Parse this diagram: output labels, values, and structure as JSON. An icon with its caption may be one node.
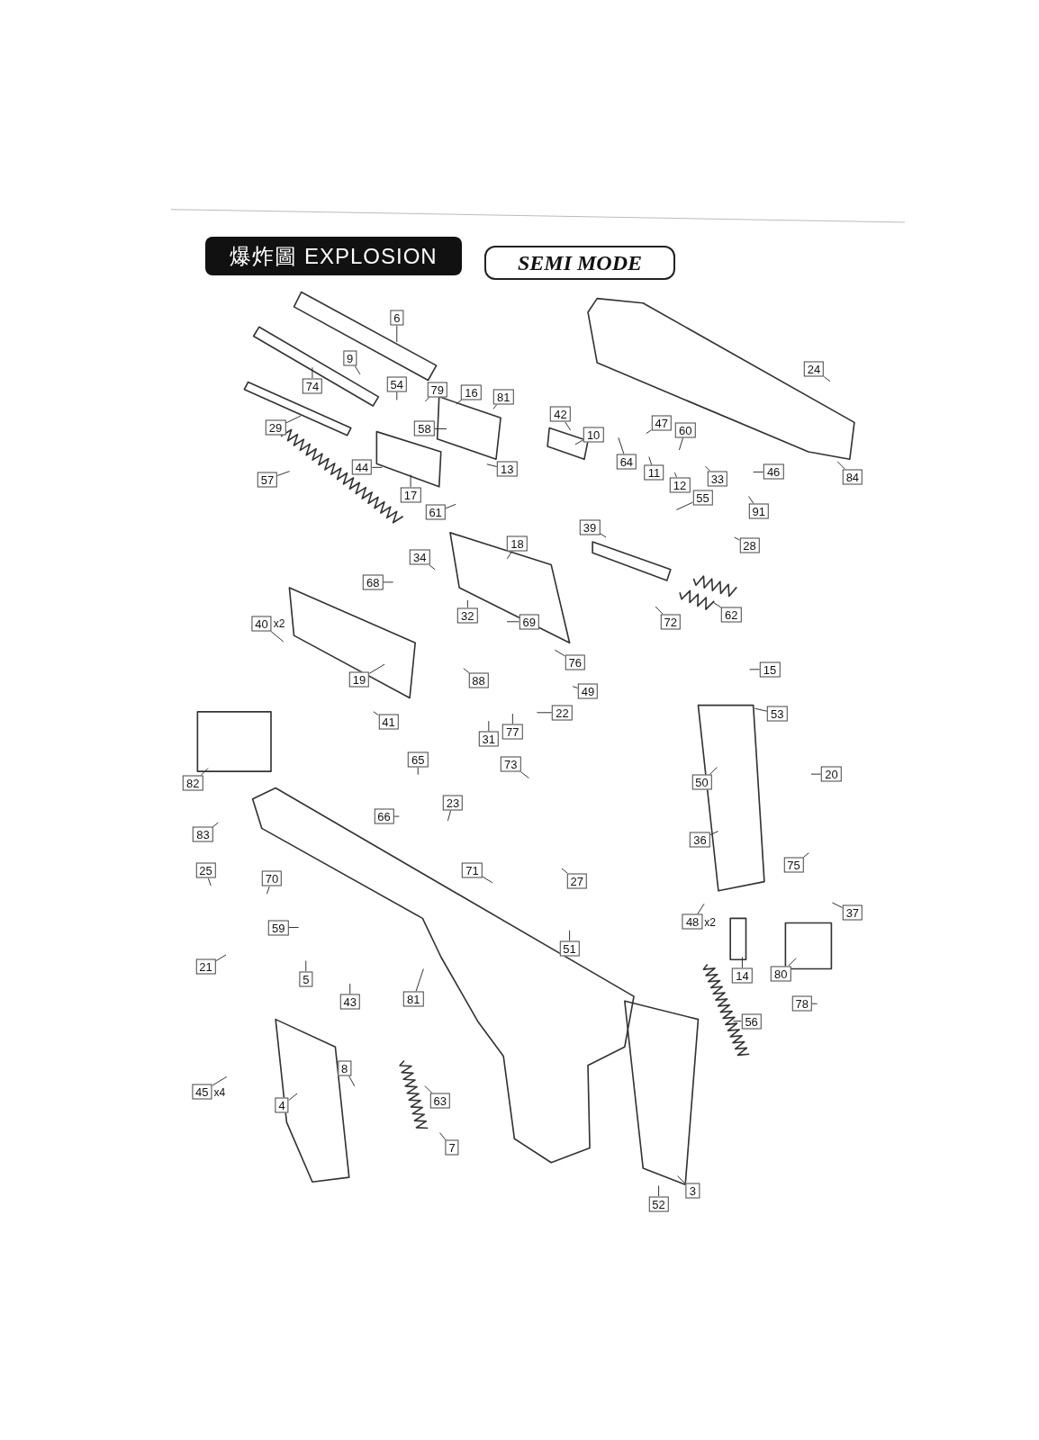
{
  "diagram": {
    "title": "爆炸圖 EXPLOSION",
    "labels": [
      "SEMI MODE"
    ],
    "nodes": [
      {
        "text": [
          "6"
        ]
      },
      {
        "text": [
          "9"
        ]
      },
      {
        "text": [
          "24"
        ]
      },
      {
        "text": [
          "74"
        ]
      },
      {
        "text": [
          "54"
        ]
      },
      {
        "text": [
          "79"
        ]
      },
      {
        "text": [
          "16"
        ]
      },
      {
        "text": [
          "81"
        ]
      },
      {
        "text": [
          "42"
        ]
      },
      {
        "text": [
          "47"
        ]
      },
      {
        "text": [
          "60"
        ]
      },
      {
        "text": [
          "29"
        ]
      },
      {
        "text": [
          "58"
        ]
      },
      {
        "text": [
          "10"
        ]
      },
      {
        "text": [
          "64"
        ]
      },
      {
        "text": [
          "44"
        ]
      },
      {
        "text": [
          "13"
        ]
      },
      {
        "text": [
          "46"
        ]
      },
      {
        "text": [
          "11"
        ]
      },
      {
        "text": [
          "33"
        ]
      },
      {
        "text": [
          "84"
        ]
      },
      {
        "text": [
          "57"
        ]
      },
      {
        "text": [
          "12"
        ]
      },
      {
        "text": [
          "17"
        ]
      },
      {
        "text": [
          "55"
        ]
      },
      {
        "text": [
          "91"
        ]
      },
      {
        "text": [
          "61"
        ]
      },
      {
        "text": [
          "39"
        ]
      },
      {
        "text": [
          "18"
        ]
      },
      {
        "text": [
          "28"
        ]
      },
      {
        "text": [
          "34"
        ]
      },
      {
        "text": [
          "68"
        ]
      },
      {
        "text": [
          "32"
        ]
      },
      {
        "text": [
          "62"
        ]
      },
      {
        "text": [
          "69"
        ]
      },
      {
        "text": [
          "72"
        ]
      },
      {
        "text": [
          "40"
        ],
        "beside": [
          "x2"
        ]
      },
      {
        "text": [
          "76"
        ]
      },
      {
        "text": [
          "15"
        ]
      },
      {
        "text": [
          "19"
        ]
      },
      {
        "text": [
          "88"
        ]
      },
      {
        "text": [
          "49"
        ]
      },
      {
        "text": [
          "22"
        ]
      },
      {
        "text": [
          "53"
        ]
      },
      {
        "text": [
          "41"
        ]
      },
      {
        "text": [
          "77"
        ]
      },
      {
        "text": [
          "31"
        ]
      },
      {
        "text": [
          "65"
        ]
      },
      {
        "text": [
          "73"
        ]
      },
      {
        "text": [
          "20"
        ]
      },
      {
        "text": [
          "82"
        ]
      },
      {
        "text": [
          "50"
        ]
      },
      {
        "text": [
          "23"
        ]
      },
      {
        "text": [
          "66"
        ]
      },
      {
        "text": [
          "83"
        ]
      },
      {
        "text": [
          "36"
        ]
      },
      {
        "text": [
          "75"
        ]
      },
      {
        "text": [
          "25"
        ]
      },
      {
        "text": [
          "71"
        ]
      },
      {
        "text": [
          "70"
        ]
      },
      {
        "text": [
          "27"
        ]
      },
      {
        "text": [
          "37"
        ]
      },
      {
        "text": [
          "48"
        ],
        "beside": [
          "x2"
        ]
      },
      {
        "text": [
          "59"
        ]
      },
      {
        "text": [
          "51"
        ]
      },
      {
        "text": [
          "21"
        ]
      },
      {
        "text": [
          "80"
        ]
      },
      {
        "text": [
          "14"
        ]
      },
      {
        "text": [
          "5"
        ]
      },
      {
        "text": [
          "81"
        ]
      },
      {
        "text": [
          "43"
        ]
      },
      {
        "text": [
          "78"
        ]
      },
      {
        "text": [
          "56"
        ]
      },
      {
        "text": [
          "8"
        ]
      },
      {
        "text": [
          "45"
        ],
        "beside": [
          "x4"
        ]
      },
      {
        "text": [
          "63"
        ]
      },
      {
        "text": [
          "4"
        ]
      },
      {
        "text": [
          "7"
        ]
      },
      {
        "text": [
          "3"
        ]
      },
      {
        "text": [
          "52"
        ]
      }
    ],
    "edges": [
      {
        "from": 0,
        "to": null,
        "arrow": "none"
      },
      {
        "from": 1,
        "to": null,
        "arrow": "none"
      },
      {
        "from": 2,
        "to": null,
        "arrow": "none"
      },
      {
        "from": 3,
        "to": null,
        "arrow": "none"
      },
      {
        "from": 4,
        "to": null,
        "arrow": "none"
      },
      {
        "from": 5,
        "to": null,
        "arrow": "none"
      },
      {
        "from": 6,
        "to": null,
        "arrow": "none"
      },
      {
        "from": 7,
        "to": null,
        "arrow": "none"
      },
      {
        "from": 8,
        "to": null,
        "arrow": "none"
      },
      {
        "from": 9,
        "to": null,
        "arrow": "none"
      },
      {
        "from": 10,
        "to": null,
        "arrow": "none"
      },
      {
        "from": 11,
        "to": null,
        "arrow": "none"
      },
      {
        "from": 12,
        "to": null,
        "arrow": "none"
      },
      {
        "from": 13,
        "to": null,
        "arrow": "none"
      },
      {
        "from": 14,
        "to": null,
        "arrow": "none"
      },
      {
        "from": 15,
        "to": null,
        "arrow": "none"
      },
      {
        "from": 16,
        "to": null,
        "arrow": "none"
      },
      {
        "from": 17,
        "to": null,
        "arrow": "none"
      },
      {
        "from": 18,
        "to": null,
        "arrow": "none"
      },
      {
        "from": 19,
        "to": null,
        "arrow": "none"
      },
      {
        "from": 20,
        "to": null,
        "arrow": "none"
      },
      {
        "from": 21,
        "to": null,
        "arrow": "none"
      },
      {
        "from": 22,
        "to": null,
        "arrow": "none"
      },
      {
        "from": 23,
        "to": null,
        "arrow": "none"
      },
      {
        "from": 24,
        "to": null,
        "arrow": "none"
      },
      {
        "from": 25,
        "to": null,
        "arrow": "none"
      },
      {
        "from": 26,
        "to": null,
        "arrow": "none"
      },
      {
        "from": 27,
        "to": null,
        "arrow": "none"
      },
      {
        "from": 28,
        "to": null,
        "arrow": "none"
      },
      {
        "from": 29,
        "to": null,
        "arrow": "none"
      },
      {
        "from": 30,
        "to": null,
        "arrow": "none"
      },
      {
        "from": 31,
        "to": null,
        "arrow": "none"
      },
      {
        "from": 32,
        "to": null,
        "arrow": "none"
      },
      {
        "from": 33,
        "to": null,
        "arrow": "none"
      },
      {
        "from": 34,
        "to": null,
        "arrow": "none"
      },
      {
        "from": 35,
        "to": null,
        "arrow": "none"
      },
      {
        "from": 36,
        "to": null,
        "arrow": "none"
      },
      {
        "from": 37,
        "to": null,
        "arrow": "none"
      },
      {
        "from": 38,
        "to": null,
        "arrow": "none"
      },
      {
        "from": 39,
        "to": null,
        "arrow": "none"
      },
      {
        "from": 40,
        "to": null,
        "arrow": "none"
      },
      {
        "from": 41,
        "to": null,
        "arrow": "none"
      },
      {
        "from": 42,
        "to": null,
        "arrow": "none"
      },
      {
        "from": 43,
        "to": null,
        "arrow": "none"
      },
      {
        "from": 44,
        "to": null,
        "arrow": "none"
      },
      {
        "from": 45,
        "to": null,
        "arrow": "none"
      },
      {
        "from": 46,
        "to": null,
        "arrow": "none"
      },
      {
        "from": 47,
        "to": null,
        "arrow": "none"
      },
      {
        "from": 48,
        "to": null,
        "arrow": "none"
      },
      {
        "from": 49,
        "to": null,
        "arrow": "none"
      },
      {
        "from": 50,
        "to": null,
        "arrow": "none"
      },
      {
        "from": 51,
        "to": null,
        "arrow": "none"
      },
      {
        "from": 52,
        "to": null,
        "arrow": "none"
      },
      {
        "from": 53,
        "to": null,
        "arrow": "none"
      },
      {
        "from": 54,
        "to": null,
        "arrow": "none"
      },
      {
        "from": 55,
        "to": null,
        "arrow": "none"
      },
      {
        "from": 56,
        "to": null,
        "arrow": "none"
      },
      {
        "from": 57,
        "to": null,
        "arrow": "none"
      },
      {
        "from": 58,
        "to": null,
        "arrow": "none"
      },
      {
        "from": 59,
        "to": null,
        "arrow": "none"
      },
      {
        "from": 60,
        "to": null,
        "arrow": "none"
      },
      {
        "from": 61,
        "to": null,
        "arrow": "none"
      },
      {
        "from": 62,
        "to": null,
        "arrow": "none"
      },
      {
        "from": 63,
        "to": null,
        "arrow": "none"
      },
      {
        "from": 64,
        "to": null,
        "arrow": "none"
      },
      {
        "from": 65,
        "to": null,
        "arrow": "none"
      },
      {
        "from": 66,
        "to": null,
        "arrow": "none"
      },
      {
        "from": 67,
        "to": null,
        "arrow": "none"
      },
      {
        "from": 68,
        "to": null,
        "arrow": "none"
      },
      {
        "from": 69,
        "to": null,
        "arrow": "none"
      },
      {
        "from": 70,
        "to": null,
        "arrow": "none"
      },
      {
        "from": 71,
        "to": null,
        "arrow": "none"
      },
      {
        "from": 72,
        "to": null,
        "arrow": "none"
      },
      {
        "from": 73,
        "to": null,
        "arrow": "none"
      },
      {
        "from": 74,
        "to": null,
        "arrow": "none"
      },
      {
        "from": 75,
        "to": null,
        "arrow": "none"
      },
      {
        "from": 76,
        "to": null,
        "arrow": "none"
      },
      {
        "from": 77,
        "to": null,
        "arrow": "none"
      },
      {
        "from": 78,
        "to": null,
        "arrow": "none"
      },
      {
        "from": 79,
        "to": null,
        "arrow": "none"
      }
    ]
  }
}
